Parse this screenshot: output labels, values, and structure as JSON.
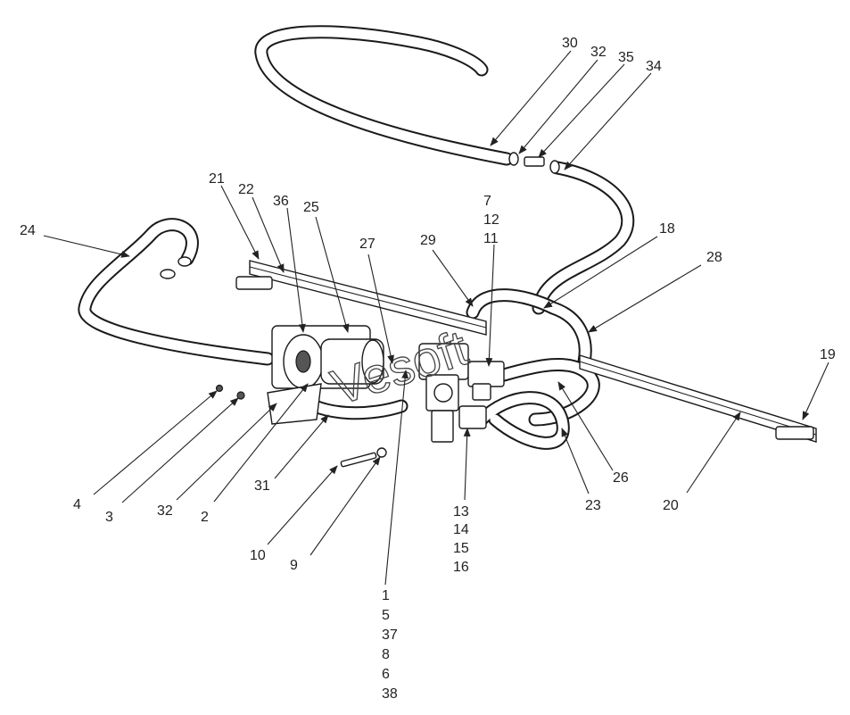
{
  "diagram": {
    "callouts": [
      {
        "id": "c30",
        "text": "30"
      },
      {
        "id": "c32a",
        "text": "32"
      },
      {
        "id": "c35",
        "text": "35"
      },
      {
        "id": "c34",
        "text": "34"
      },
      {
        "id": "c21",
        "text": "21"
      },
      {
        "id": "c22",
        "text": "22"
      },
      {
        "id": "c36",
        "text": "36"
      },
      {
        "id": "c25",
        "text": "25"
      },
      {
        "id": "c7",
        "text": "7"
      },
      {
        "id": "c12",
        "text": "12"
      },
      {
        "id": "c11",
        "text": "11"
      },
      {
        "id": "c24",
        "text": "24"
      },
      {
        "id": "c27",
        "text": "27"
      },
      {
        "id": "c29",
        "text": "29"
      },
      {
        "id": "c18",
        "text": "18"
      },
      {
        "id": "c28",
        "text": "28"
      },
      {
        "id": "c19",
        "text": "19"
      },
      {
        "id": "c4",
        "text": "4"
      },
      {
        "id": "c3",
        "text": "3"
      },
      {
        "id": "c32b",
        "text": "32"
      },
      {
        "id": "c2",
        "text": "2"
      },
      {
        "id": "c31",
        "text": "31"
      },
      {
        "id": "c10",
        "text": "10"
      },
      {
        "id": "c9",
        "text": "9"
      },
      {
        "id": "c13",
        "text": "13"
      },
      {
        "id": "c14",
        "text": "14"
      },
      {
        "id": "c15",
        "text": "15"
      },
      {
        "id": "c16",
        "text": "16"
      },
      {
        "id": "c23",
        "text": "23"
      },
      {
        "id": "c26",
        "text": "26"
      },
      {
        "id": "c20",
        "text": "20"
      },
      {
        "id": "c1",
        "text": "1"
      },
      {
        "id": "c5",
        "text": "5"
      },
      {
        "id": "c37",
        "text": "37"
      },
      {
        "id": "c8",
        "text": "8"
      },
      {
        "id": "c6",
        "text": "6"
      },
      {
        "id": "c38",
        "text": "38"
      }
    ],
    "watermark": "Vesoft"
  }
}
